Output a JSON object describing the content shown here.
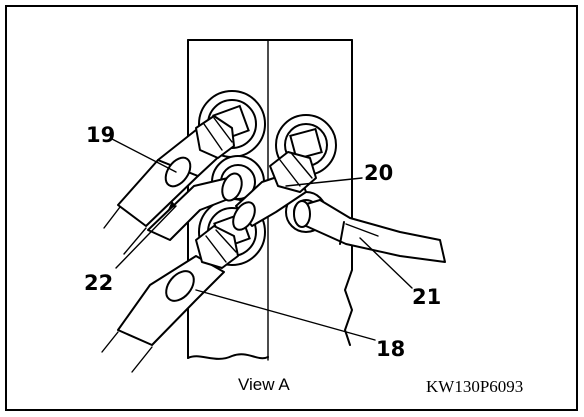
{
  "callouts": {
    "c19": "19",
    "c20": "20",
    "c21": "21",
    "c22": "22",
    "c18": "18"
  },
  "caption": "View A",
  "figure_code": "KW130P6093"
}
